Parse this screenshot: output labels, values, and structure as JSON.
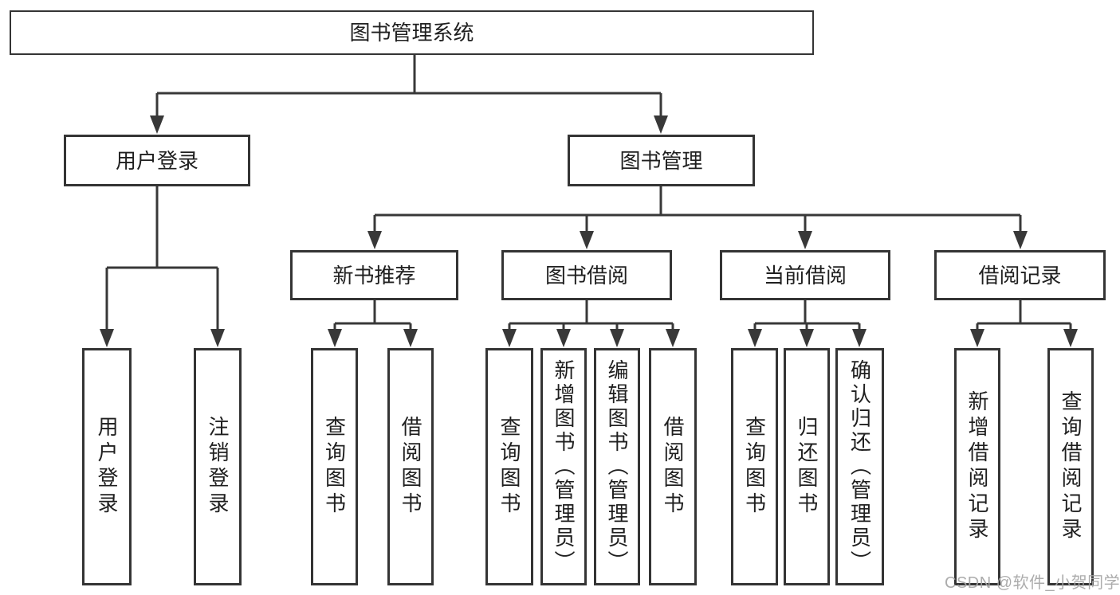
{
  "tree": {
    "root": {
      "label": "图书管理系统"
    },
    "branches": [
      {
        "label": "用户登录",
        "children": [
          {
            "label": "用户登录"
          },
          {
            "label": "注销登录"
          }
        ]
      },
      {
        "label": "图书管理",
        "children": [
          {
            "label": "新书推荐",
            "children": [
              {
                "label": "查询图书"
              },
              {
                "label": "借阅图书"
              }
            ]
          },
          {
            "label": "图书借阅",
            "children": [
              {
                "label": "查询图书"
              },
              {
                "label": "新增图书（管理员）"
              },
              {
                "label": "编辑图书（管理员）"
              },
              {
                "label": "借阅图书"
              }
            ]
          },
          {
            "label": "当前借阅",
            "children": [
              {
                "label": "查询图书"
              },
              {
                "label": "归还图书"
              },
              {
                "label": "确认归还（管理员）"
              }
            ]
          },
          {
            "label": "借阅记录",
            "children": [
              {
                "label": "新增借阅记录"
              },
              {
                "label": "查询借阅记录"
              }
            ]
          }
        ]
      }
    ]
  },
  "watermark": {
    "text": "CSDN @软件_小贺同学"
  },
  "colors": {
    "line": "#383838",
    "box_border": "#343434",
    "text": "#1f1f1f",
    "watermark": "#a5a5a5",
    "background": "#ffffff"
  }
}
